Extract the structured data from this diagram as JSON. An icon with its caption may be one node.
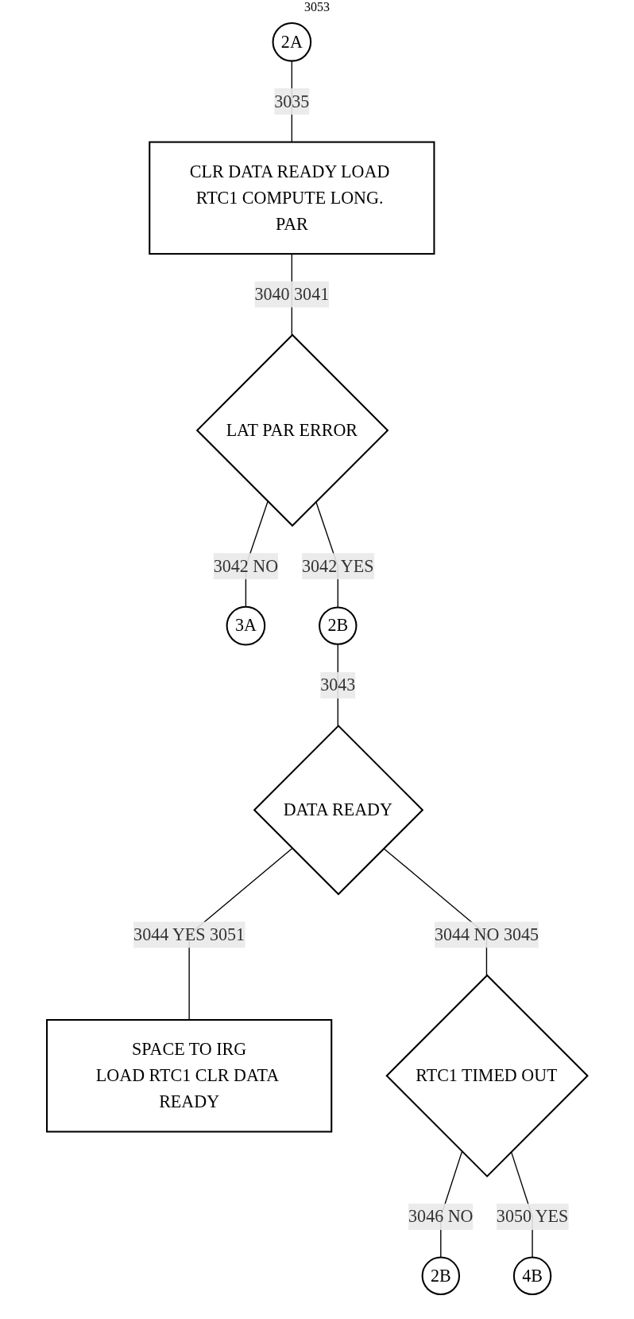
{
  "diagram": {
    "nodes": [
      {
        "text": [
          "2A"
        ]
      },
      {
        "text": [
          "CLR DATA READY LOAD RTC1 COMPUTE LONG. PAR"
        ]
      },
      {
        "text": [
          "LAT PAR ERROR"
        ]
      },
      {
        "text": [
          "3A"
        ]
      },
      {
        "text": [
          "2B"
        ]
      },
      {
        "text": [
          "DATA READY"
        ]
      },
      {
        "text": [
          "SPACE TO IRG",
          "LOAD RTC1 CLR DATA READY"
        ]
      },
      {
        "text": [
          "RTC1 TIMED OUT"
        ]
      },
      {
        "text": [
          "2B"
        ]
      },
      {
        "text": [
          "4B"
        ]
      }
    ],
    "edges": [
      {
        "from": 0,
        "to": 1,
        "arrow": "none",
        "label": "3035"
      },
      {
        "from": 1,
        "to": 2,
        "arrow": "none",
        "label": "3040 3041"
      },
      {
        "from": 2,
        "to": 3,
        "arrow": "none",
        "label": "3042 NO"
      },
      {
        "from": 2,
        "to": 4,
        "arrow": "none",
        "label": "3042 YES"
      },
      {
        "from": 4,
        "to": 5,
        "arrow": "none",
        "label": "3043"
      },
      {
        "from": 5,
        "to": 6,
        "arrow": "none",
        "label": "3044 YES 3051"
      },
      {
        "from": 5,
        "to": 7,
        "arrow": "none",
        "label": "3044 NO 3045"
      },
      {
        "from": 7,
        "to": 8,
        "arrow": "none",
        "label": "3046 NO"
      },
      {
        "from": 7,
        "to": 9,
        "arrow": "none",
        "label": "3050 YES"
      }
    ],
    "labels": [
      "3053"
    ]
  }
}
